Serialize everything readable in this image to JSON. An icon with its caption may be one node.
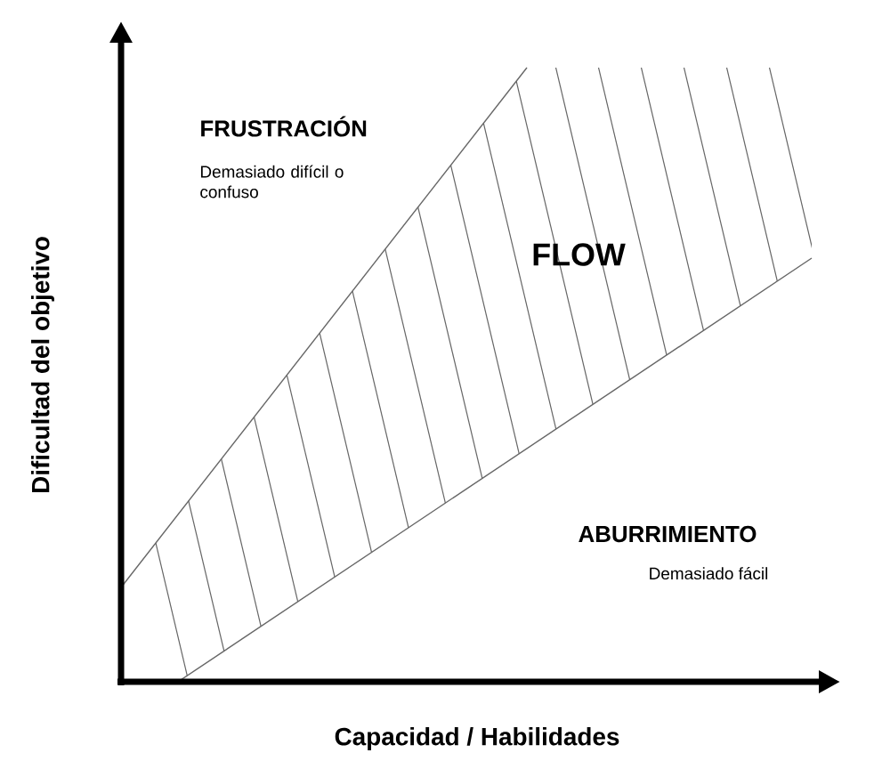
{
  "diagram": {
    "labels": [
      "FRUSTRACIÓN",
      "Demasiado difícil o confuso",
      "FLOW",
      "ABURRIMIENTO",
      "Demasiado fácil",
      "Dificultad del objetivo",
      "Capacidad / Habilidades"
    ]
  }
}
